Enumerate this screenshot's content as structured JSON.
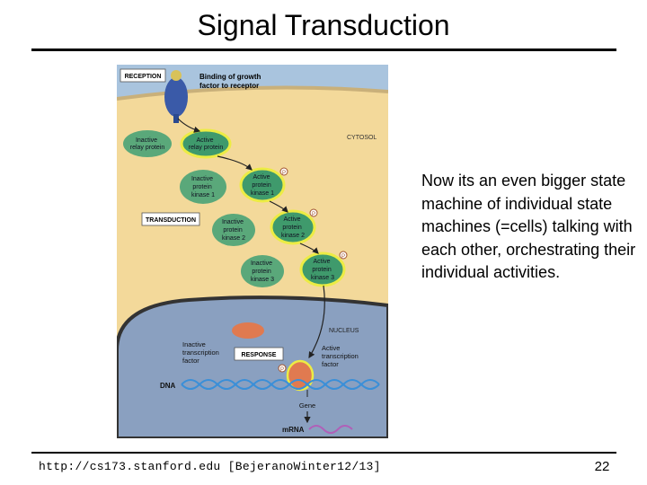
{
  "slide": {
    "title": "Signal Transduction",
    "body_text": "Now its an even bigger state machine of individual state machines (=cells) talking with each other, orchestrating their individual activities.",
    "footer_url": "http://cs173.stanford.edu [BejeranoWinter12/13]",
    "page_number": "22"
  },
  "figure": {
    "reception_label": "RECEPTION",
    "binding_caption": [
      "Binding of growth",
      "factor to receptor"
    ],
    "cytosol_label": "CYTOSOL",
    "transduction_label": "TRANSDUCTION",
    "nucleus_label": "NUCLEUS",
    "response_label": "RESPONSE",
    "dna_label": "DNA",
    "gene_label": "Gene",
    "mrna_label": "mRNA",
    "inactive_relay": [
      "Inactive",
      "relay protein"
    ],
    "active_relay": [
      "Active",
      "relay protein"
    ],
    "inactive_kinase1": [
      "Inactive",
      "protein",
      "kinase 1"
    ],
    "active_kinase1": [
      "Active",
      "protein",
      "kinase 1"
    ],
    "inactive_kinase2": [
      "Inactive",
      "protein",
      "kinase 2"
    ],
    "active_kinase2": [
      "Active",
      "protein",
      "kinase 2"
    ],
    "inactive_kinase3": [
      "Inactive",
      "protein",
      "kinase 3"
    ],
    "active_kinase3": [
      "Active",
      "protein",
      "kinase 3"
    ],
    "inactive_tf": [
      "Inactive",
      "transcription",
      "factor"
    ],
    "active_tf": [
      "Active",
      "transcription",
      "factor"
    ],
    "phosphate_label": "P",
    "colors": {
      "cytoplasm": "#f3d99a",
      "outside": "#a9c4de",
      "nucleus": "#8aa0c0",
      "protein_inactive": "#5aa87a",
      "protein_active": "#3f9a6c",
      "active_ring": "#ecec44",
      "receptor": "#3a5aa8",
      "transcription_factor": "#e07a50",
      "dna": "#3a8fd8",
      "mrna": "#b060b8"
    }
  }
}
